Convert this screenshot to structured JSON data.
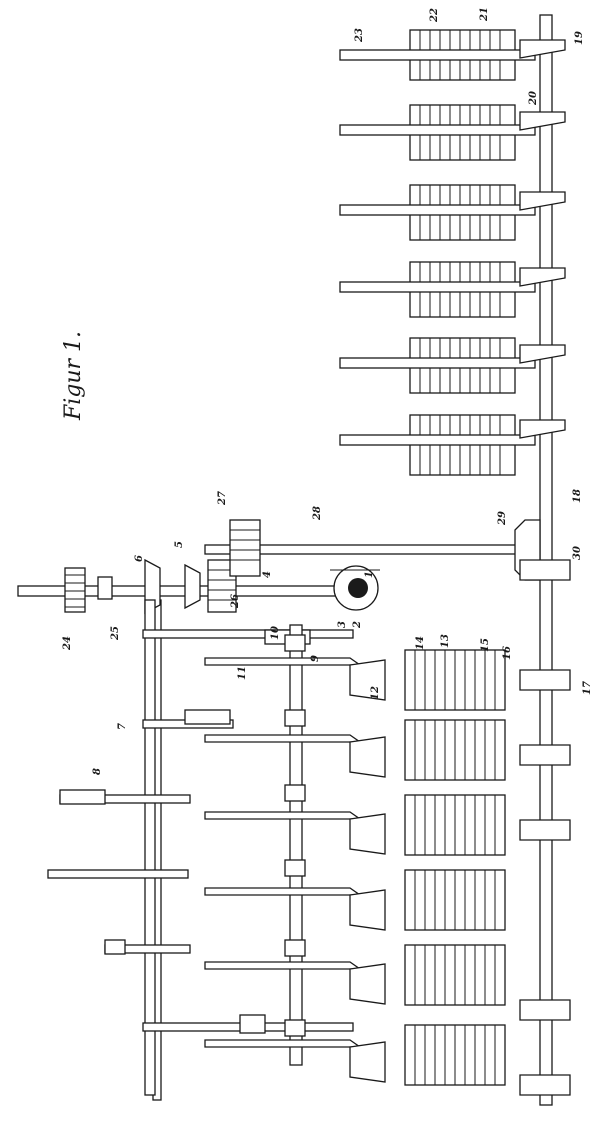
{
  "figure": {
    "title": "Figur 1."
  },
  "labels": [
    "1",
    "2",
    "3",
    "4",
    "5",
    "6",
    "7",
    "8",
    "9",
    "10",
    "11",
    "12",
    "13",
    "14",
    "15",
    "16",
    "17",
    "18",
    "19",
    "20",
    "21",
    "22",
    "23",
    "24",
    "25",
    "26",
    "27",
    "28",
    "29",
    "30"
  ],
  "colors": {
    "ink": "#1a1a1a",
    "paper": "#ffffff"
  }
}
